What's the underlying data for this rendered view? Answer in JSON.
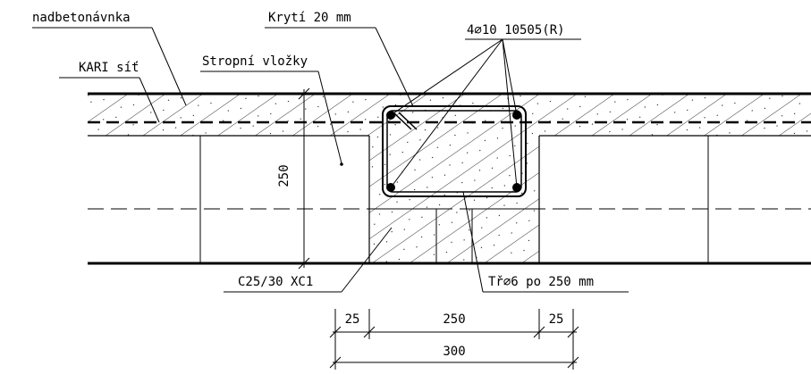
{
  "labels": {
    "topping": "nadbetonávnka",
    "cover": "Krytí 20 mm",
    "main_reinforcement": "4⌀10 10505(R)",
    "mesh": "KARI síť",
    "ceiling_inserts": "Stropní vložky",
    "height": "250",
    "concrete_class": "C25/30 XC1",
    "stirrups": "Tř⌀6 po 250 mm"
  },
  "dimensions": {
    "left": "25",
    "middle": "250",
    "right": "25",
    "total": "300"
  }
}
